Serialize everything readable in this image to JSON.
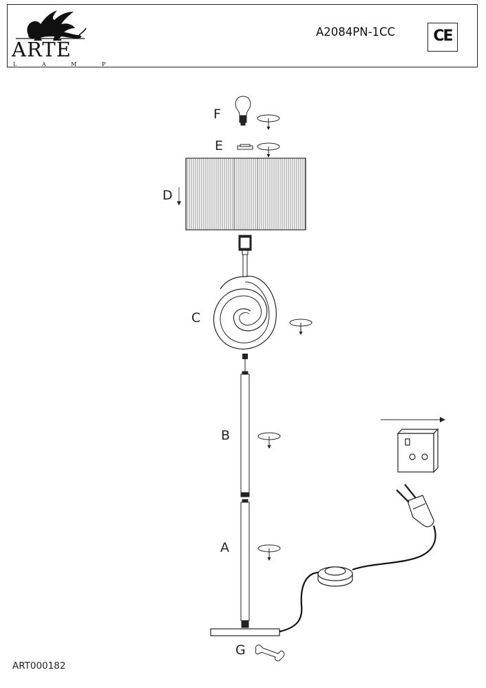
{
  "header": {
    "brand_name": "ARTE",
    "brand_sub": "L A M P",
    "model": "A2084PN-1CC",
    "certification": "CE"
  },
  "parts": {
    "A": "A",
    "B": "B",
    "C": "C",
    "D": "D",
    "E": "E",
    "F": "F",
    "G": "G"
  },
  "footer": {
    "doc_code": "ART000182"
  }
}
